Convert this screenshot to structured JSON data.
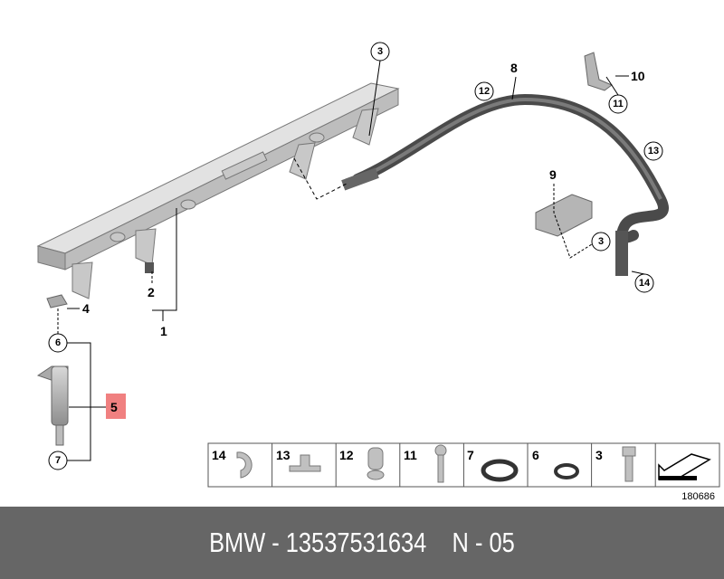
{
  "diagram": {
    "callouts": {
      "c3a": "3",
      "c12": "12",
      "l8": "8",
      "l10": "10",
      "c11": "11",
      "c13": "13",
      "l9": "9",
      "c3b": "3",
      "c14": "14",
      "l2": "2",
      "l4": "4",
      "l1": "1",
      "c6": "6",
      "l5": "5",
      "c7": "7"
    },
    "highlight_color": "#f08080",
    "legend": [
      "14",
      "13",
      "12",
      "11",
      "7",
      "6",
      "3"
    ],
    "reference_number": "180686"
  },
  "footer": {
    "text": "BMW - 13537531634    N - 05"
  }
}
